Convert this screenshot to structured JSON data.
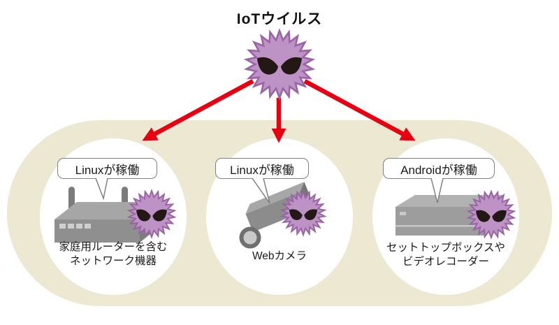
{
  "title": "IoTウイルス",
  "colors": {
    "background": "#ffffff",
    "band": "#ede8d2",
    "arrow": "#e60012",
    "virus_body": "#bd93c6",
    "virus_outline": "#9a63a5",
    "virus_eyes": "#231815",
    "device_gray_top": "#a6a6a6",
    "device_gray_front": "#8f8f8f",
    "bubble_border": "#7f7f7f",
    "text": "#1a1a1a"
  },
  "groups": [
    {
      "bubble_label": "Linuxが稼働",
      "caption_line1": "家庭用ルーターを含む",
      "caption_line2": "ネットワーク機器",
      "device_icon": "router-icon",
      "virus_icon": "virus-icon"
    },
    {
      "bubble_label": "Linuxが稼働",
      "caption_line1": "Webカメラ",
      "caption_line2": "",
      "device_icon": "webcam-icon",
      "virus_icon": "virus-icon"
    },
    {
      "bubble_label": "Androidが稼働",
      "caption_line1": "セットトップボックスや",
      "caption_line2": "ビデオレコーダー",
      "device_icon": "set-top-box-icon",
      "virus_icon": "virus-icon"
    }
  ]
}
